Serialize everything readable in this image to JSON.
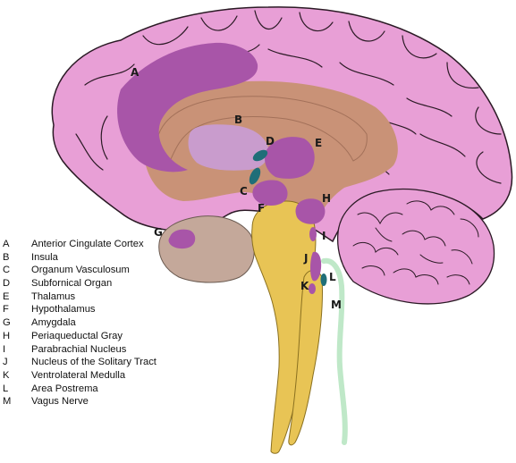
{
  "colors": {
    "cortex": "#e89fd6",
    "cortex_outline": "#2b1a25",
    "inner": "#c99277",
    "purple": "#a855a8",
    "lavender": "#c99ccd",
    "teal": "#1f6e78",
    "stem": "#e8c455",
    "cerebellum": "#e89fd6",
    "temporal": "#c4a89a",
    "nerve": "#bfe8c8"
  },
  "labels": {
    "A": "A",
    "B": "B",
    "C": "C",
    "D": "D",
    "E": "E",
    "F": "F",
    "G": "G",
    "H": "H",
    "I": "I",
    "J": "J",
    "K": "K",
    "L": "L",
    "M": "M"
  },
  "legend": [
    {
      "key": "A",
      "text": "Anterior Cingulate Cortex"
    },
    {
      "key": "B",
      "text": "Insula"
    },
    {
      "key": "C",
      "text": "Organum Vasculosum"
    },
    {
      "key": "D",
      "text": "Subfornical Organ"
    },
    {
      "key": "E",
      "text": "Thalamus"
    },
    {
      "key": "F",
      "text": "Hypothalamus"
    },
    {
      "key": "G",
      "text": "Amygdala"
    },
    {
      "key": "H",
      "text": "Periaqueductal Gray"
    },
    {
      "key": "I",
      "text": "Parabrachial Nucleus"
    },
    {
      "key": "J",
      "text": "Nucleus of the Solitary Tract"
    },
    {
      "key": "K",
      "text": "Ventrolateral Medulla"
    },
    {
      "key": "L",
      "text": "Area Postrema"
    },
    {
      "key": "M",
      "text": "Vagus Nerve"
    }
  ]
}
